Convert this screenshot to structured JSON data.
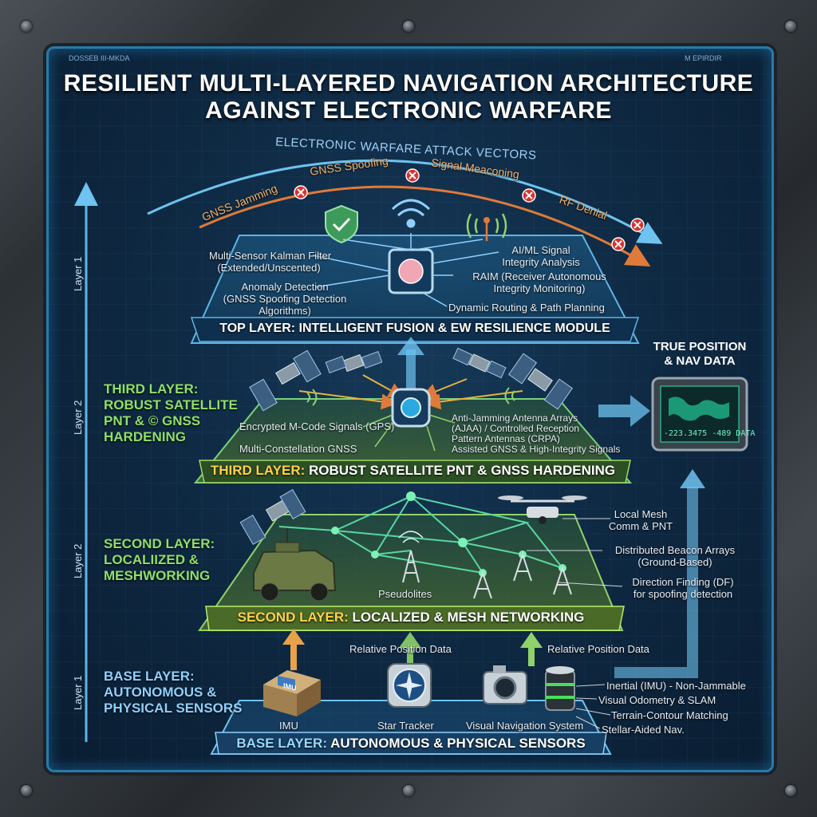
{
  "title": {
    "line1": "RESILIENT MULTI-LAYERED NAVIGATION ARCHITECTURE",
    "line2": "AGAINST ELECTRONIC WARFARE"
  },
  "header_tags": {
    "left": "DOSSEB  III-MKDA",
    "right": "M  EPIRDIR"
  },
  "ew": {
    "title": "ELECTRONIC WARFARE ATTACK VECTORS",
    "threats": [
      "GNSS Jamming",
      "GNSS Spoofing",
      "Signal Meaconing",
      "RF Denial"
    ]
  },
  "side_labels": [
    "Layer 1",
    "Layer 2",
    "Layer 2",
    "Layer 1"
  ],
  "top_layer": {
    "band": "TOP LAYER: INTELLIGENT FUSION & EW RESILIENCE MODULE",
    "left": [
      "Multi-Sensor Kalman Filter",
      "(Extended/Unscented)",
      "Anomaly Detection",
      "(GNSS Spoofing Detection",
      "Algorithms)"
    ],
    "right": [
      "AI/ML Signal",
      "Integrity Analysis",
      "RAIM (Receiver Autonomous",
      "Integrity Monitoring)",
      "Dynamic Routing & Path Planning"
    ]
  },
  "third_layer": {
    "side_title": [
      "THIRD LAYER:",
      "ROBUST SATELLITE",
      "PNT & © GNSS",
      "HARDENING"
    ],
    "band_prefix": "THIRD LAYER:",
    "band_rest": " ROBUST SATELLITE PNT & GNSS HARDENING",
    "left": [
      "Encrypted M-Code Signals (GPS)",
      "Multi-Constellation GNSS"
    ],
    "right": [
      "Anti-Jamming Antenna Arrays",
      "(AJAA) / Controlled Reception",
      "Pattern Antennas (CRPA)",
      "Assisted GNSS & High-Integrity Signals"
    ]
  },
  "true_position": {
    "title": [
      "TRUE POSITION",
      "& NAV DATA"
    ],
    "screen": "-223.3475 -489 DATA"
  },
  "second_layer": {
    "side_title": [
      "SECOND LAYER:",
      "LOCALIIZED &",
      "MESHWORKING"
    ],
    "band_prefix": "SECOND LAYER:",
    "band_rest": " LOCALIZED & MESH NETWORKING",
    "pseudolites": "Pseudolites",
    "right": [
      "Local Mesh",
      "Comm & PNT",
      "Distributed Beacon Arrays",
      "(Ground-Based)",
      "Direction Finding (DF)",
      "for spoofing detection"
    ]
  },
  "relative_labels": [
    "Relative Position Data",
    "Relative Position Data"
  ],
  "base_layer": {
    "side_title": [
      "BASE LAYER:",
      "AUTONOMOUS &",
      "PHYSICAL SENSORS"
    ],
    "band_prefix": "BASE LAYER:",
    "band_rest": " AUTONOMOUS & PHYSICAL SENSORS",
    "sensors": [
      "IMU",
      "Star Tracker",
      "Visual Navigation System"
    ],
    "imu_box": "IMU",
    "right": [
      "Inertial (IMU) - Non-Jammable",
      "Visual Odometry & SLAM",
      "Terrain-Contour Matching",
      "Stellar-Aided Nav."
    ]
  },
  "colors": {
    "panel": "#0f2a44",
    "frame": "#2a79a8",
    "threat": "#f6b26b",
    "alert": "#d8322e",
    "accent_green": "#8fe06a",
    "accent_blue": "#8fd0ff",
    "flow": "#5fb4e6"
  }
}
